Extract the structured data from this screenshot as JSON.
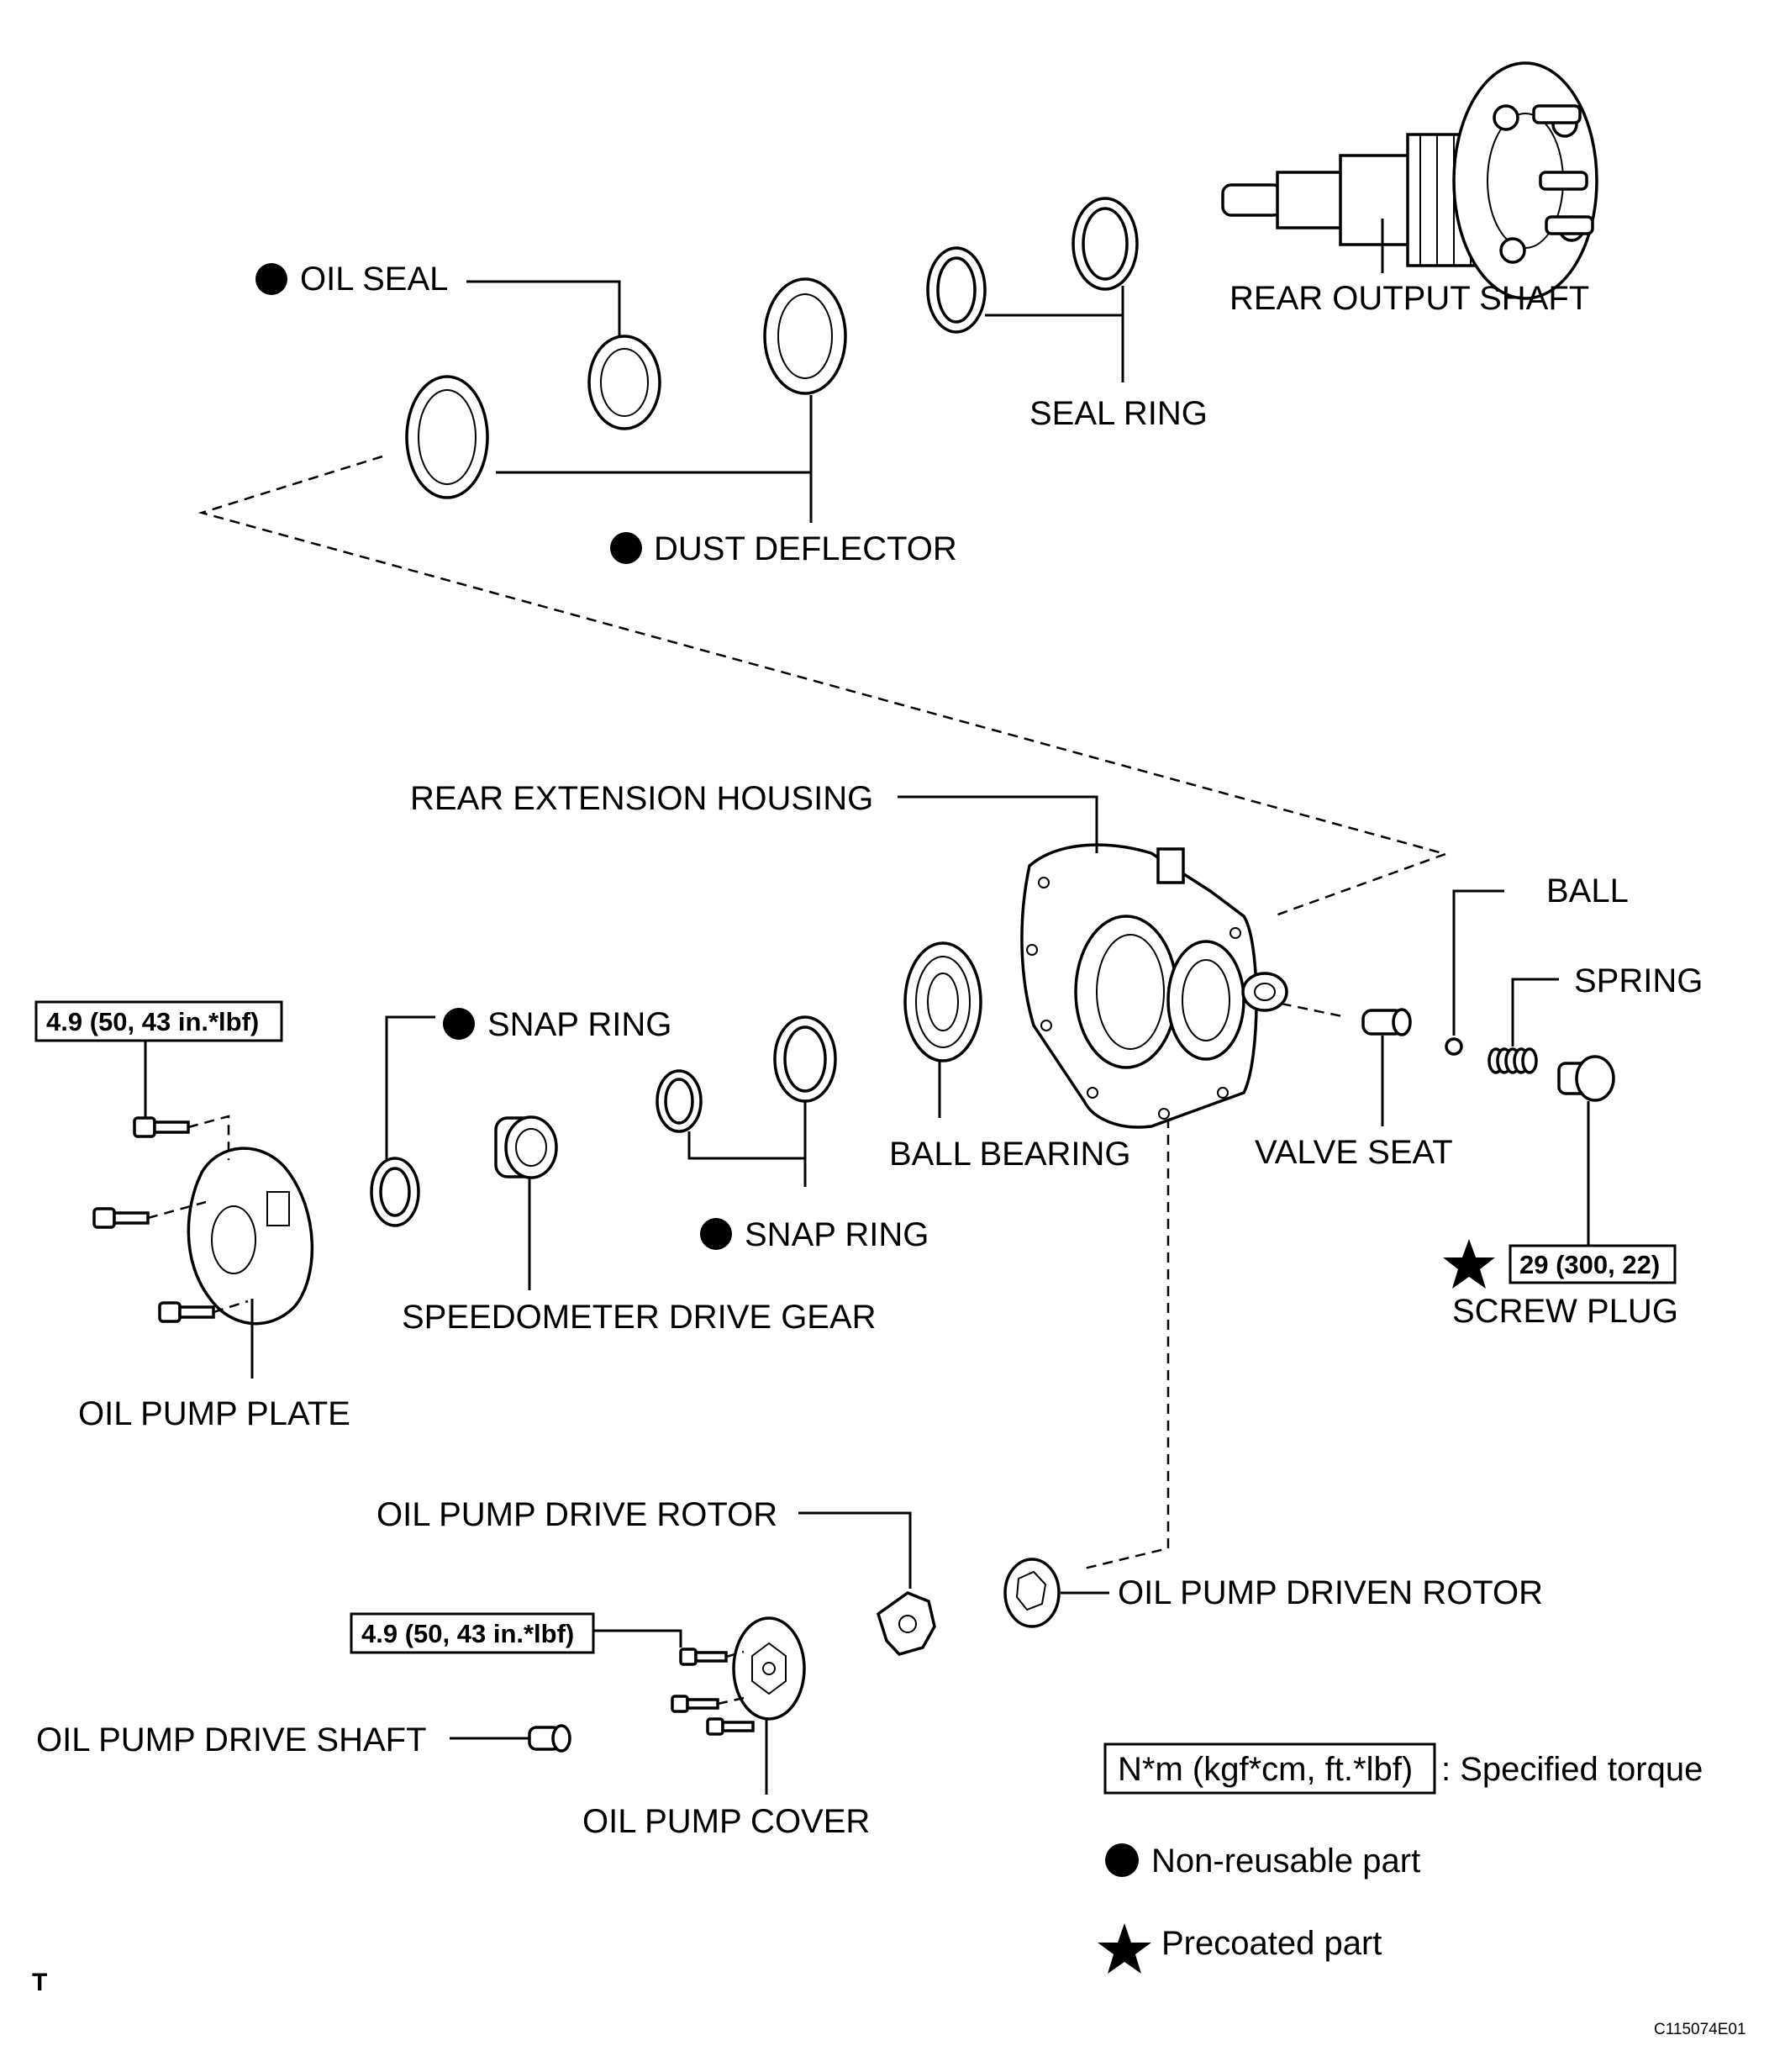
{
  "labels": {
    "oil_seal": "OIL SEAL",
    "dust_deflector": "DUST DEFLECTOR",
    "seal_ring": "SEAL RING",
    "rear_output_shaft": "REAR OUTPUT SHAFT",
    "rear_extension_housing": "REAR EXTENSION HOUSING",
    "ball": "BALL",
    "spring": "SPRING",
    "snap_ring_upper": "SNAP RING",
    "snap_ring_lower": "SNAP RING",
    "ball_bearing": "BALL BEARING",
    "valve_seat": "VALVE SEAT",
    "screw_plug": "SCREW PLUG",
    "speedometer_drive_gear": "SPEEDOMETER DRIVE GEAR",
    "oil_pump_plate": "OIL PUMP PLATE",
    "oil_pump_drive_rotor": "OIL PUMP DRIVE ROTOR",
    "oil_pump_driven_rotor": "OIL PUMP DRIVEN ROTOR",
    "oil_pump_drive_shaft": "OIL PUMP DRIVE SHAFT",
    "oil_pump_cover": "OIL PUMP COVER"
  },
  "torques": {
    "oil_pump_plate": "4.9 (50, 43 in.*lbf)",
    "oil_pump_cover": "4.9 (50, 43 in.*lbf)",
    "screw_plug": "29 (300, 22)"
  },
  "legend": {
    "torque_box": "N*m (kgf*cm, ft.*lbf)",
    "torque_text": ": Specified torque",
    "non_reusable": "Non-reusable part",
    "precoated": "Precoated part"
  },
  "corner_mark": "T",
  "figure_code": "C115074E01"
}
